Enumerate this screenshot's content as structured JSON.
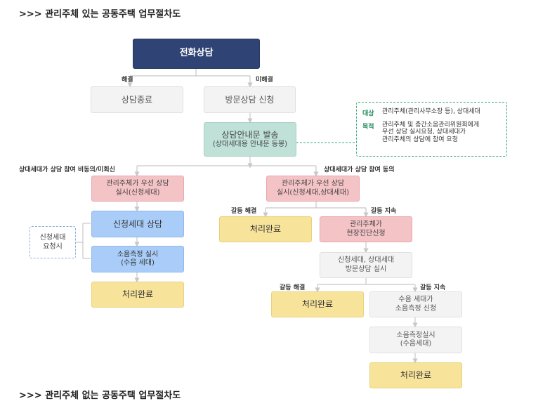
{
  "page_title": ">>> 관리주체 있는 공동주택 업무절차도",
  "bottom_title": ">>> 관리주체 없는 공동주택 업무절차도",
  "nodes": {
    "phone_consult": "전화상담",
    "consult_end": "상담종료",
    "visit_request": "방문상담 신청",
    "notice_line1": "상담안내문 발송",
    "notice_line2": "(상대세대용 안내문 동봉)",
    "left_priority_line1": "관리주체가 우선 상담",
    "left_priority_line2": "실시(신청세대)",
    "applicant_consult": "신청세대 상담",
    "noise_line1": "소음측정 실시",
    "noise_line2": "(수음 세대)",
    "left_done": "처리완료",
    "right_priority_line1": "관리주체가 우선 상담",
    "right_priority_line2": "실시(신청세대,상대세대)",
    "mid_done": "처리완료",
    "onsite_line1": "관리주체가",
    "onsite_line2": "현장진단신청",
    "visit_both_line1": "신청세대, 상대세대",
    "visit_both_line2": "방문상담 실시",
    "lower_done": "처리완료",
    "receiver_line1": "수음 세대가",
    "receiver_line2": "소음측정 신청",
    "measure_line1": "소음측정실시",
    "measure_line2": "(수음세대)",
    "final_done": "처리완료"
  },
  "labels": {
    "resolved": "해결",
    "unresolved": "미해결",
    "decline": "상대세대가 상담 참여 비동의/미회신",
    "agree": "상대세대가 상담 참여 동의",
    "conflict_resolved_1": "갈등 해결",
    "conflict_continues_1": "갈등 지속",
    "conflict_resolved_2": "갈등 해결",
    "conflict_continues_2": "갈등 지속"
  },
  "info_box": {
    "target_key": "대상",
    "target_value": "관리주체(관리사무소장 등), 상대세대",
    "purpose_key": "목적",
    "purpose_line1": "관리주체 및 층간소음관리위원회에게",
    "purpose_line2": "우선 상담 실시요청, 상대세대가",
    "purpose_line3": "관리주체의 상담에 참여 요청"
  },
  "side_note": {
    "line1": "신청세대",
    "line2": "요청시"
  }
}
